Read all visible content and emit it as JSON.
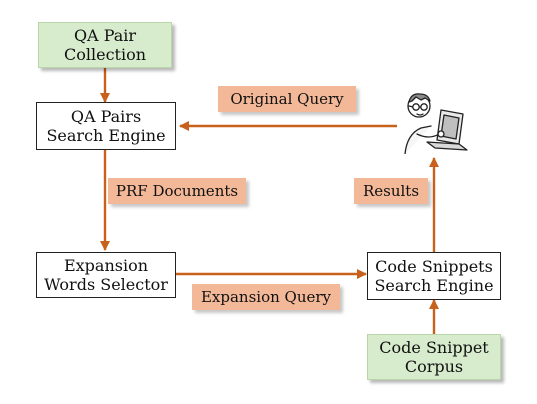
{
  "nodes": {
    "qa_pair_collection": [
      "QA Pair",
      "Collection"
    ],
    "qa_pairs_search_engine": [
      "QA Pairs",
      "Search Engine"
    ],
    "expansion_words_selector": [
      "Expansion",
      "Words Selector"
    ],
    "code_snippets_search_engine": [
      "Code Snippets",
      "Search Engine"
    ],
    "code_snippet_corpus": [
      "Code Snippet",
      "Corpus"
    ]
  },
  "edge_labels": {
    "original_query": "Original Query",
    "prf_documents": "PRF Documents",
    "results": "Results",
    "expansion_query": "Expansion Query"
  },
  "actors": {
    "user": "user-at-laptop-icon"
  },
  "colors": {
    "arrow": "#c8611b",
    "edge_label_fill": "#f3b898",
    "source_node_fill": "#d7ebcd",
    "process_node_border": "#222222"
  }
}
